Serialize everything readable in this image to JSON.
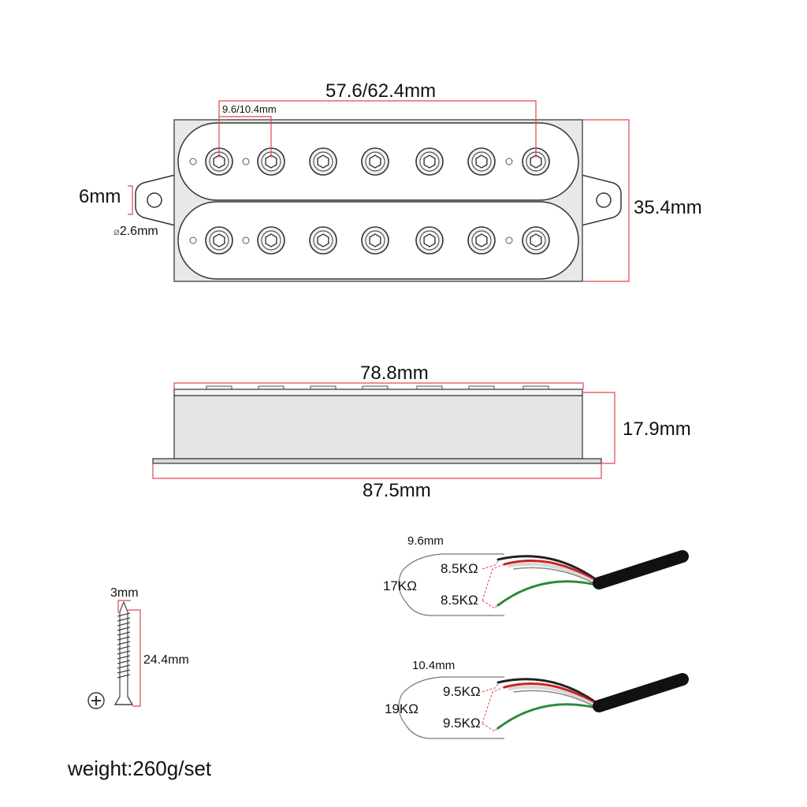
{
  "top_view": {
    "spacing_label": "57.6/62.4mm",
    "pole_spacing_label": "9.6/10.4mm",
    "tab_label": "6mm",
    "hole_label": "2.6mm",
    "hole_symbol": "⌀",
    "height_label": "35.4mm"
  },
  "side_view": {
    "top_width_label": "78.8mm",
    "height_label": "17.9mm",
    "base_width_label": "87.5mm"
  },
  "screw": {
    "diameter_label": "3mm",
    "length_label": "24.4mm",
    "icon": "phillips-head-icon"
  },
  "wiring": [
    {
      "spacing_label": "9.6mm",
      "total_label": "17KΩ",
      "upper_coil_label": "8.5KΩ",
      "lower_coil_label": "8.5KΩ"
    },
    {
      "spacing_label": "10.4mm",
      "total_label": "19KΩ",
      "upper_coil_label": "9.5KΩ",
      "lower_coil_label": "9.5KΩ"
    }
  ],
  "colors": {
    "dimension_line": "#e0484f",
    "outline": "#333333",
    "cover_fill": "#ffffff",
    "base_fill": "#e6e6e6",
    "cable": "#111111",
    "wire_red": "#cc2222",
    "wire_green": "#2f8a3c"
  },
  "footer": {
    "weight_label": "weight:260g/set"
  }
}
